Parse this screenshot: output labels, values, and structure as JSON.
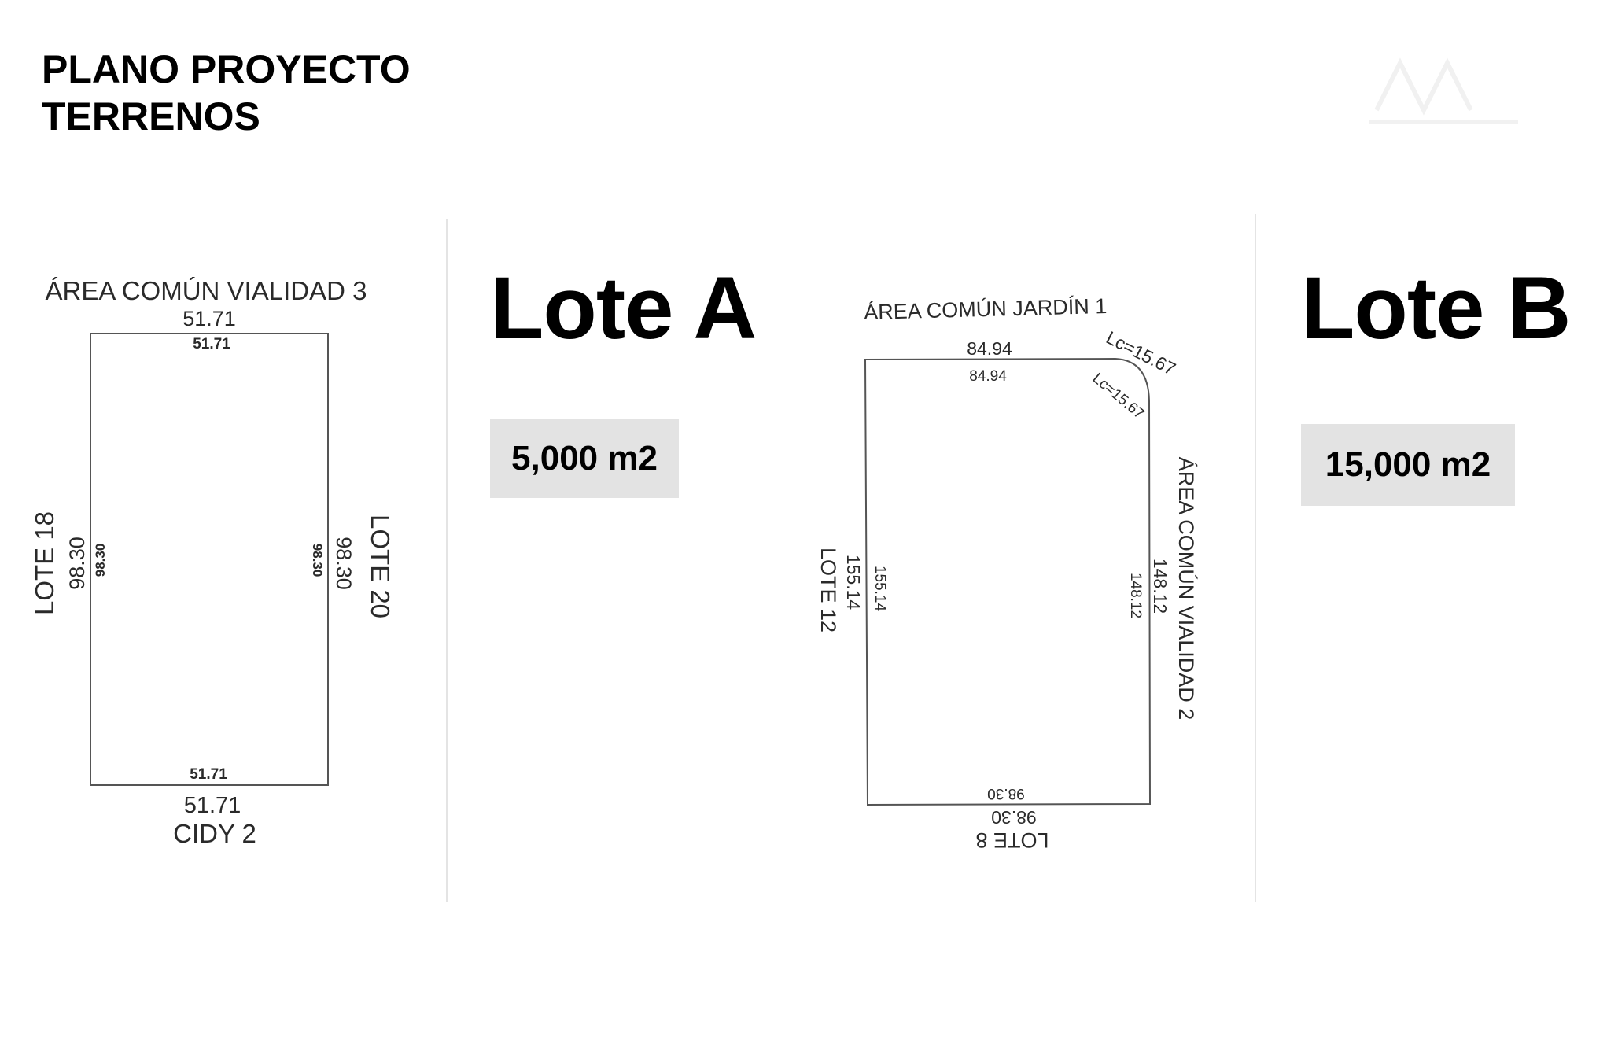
{
  "title": {
    "line1": "PLANO PROYECTO",
    "line2": "TERRENOS"
  },
  "lote_a": {
    "name": "Lote A",
    "area": "5,000 m2",
    "top_label": "ÁREA COMÚN VIALIDAD 3",
    "top_outer": "51.71",
    "top_inner": "51.71",
    "bottom_inner": "51.71",
    "bottom_outer": "51.71",
    "bottom_label": "CIDY 2",
    "left_label": "LOTE 18",
    "left_outer": "98.30",
    "left_inner": "98.30",
    "right_inner": "98.30",
    "right_outer": "98.30",
    "right_label": "LOTE 20"
  },
  "lote_b": {
    "name": "Lote B",
    "area": "15,000 m2",
    "top_label": "ÁREA COMÚN JARDÍN  1",
    "top_outer": "84.94",
    "top_inner": "84.94",
    "curve_outer": "Lc=15.67",
    "curve_inner": "Lc=15.67",
    "right_label": "ÁREA COMÚN VIALIDAD 2",
    "right_outer": "148.12",
    "right_inner": "148.12",
    "left_label": "LOTE 12",
    "left_outer": "155.14",
    "left_inner": "155.14",
    "bottom_inner": "98.30",
    "bottom_outer": "98.30",
    "bottom_label": "LOTE 8"
  },
  "colors": {
    "badge": "#e3e3e3",
    "divider": "#e4e4e4",
    "line": "#555555"
  }
}
